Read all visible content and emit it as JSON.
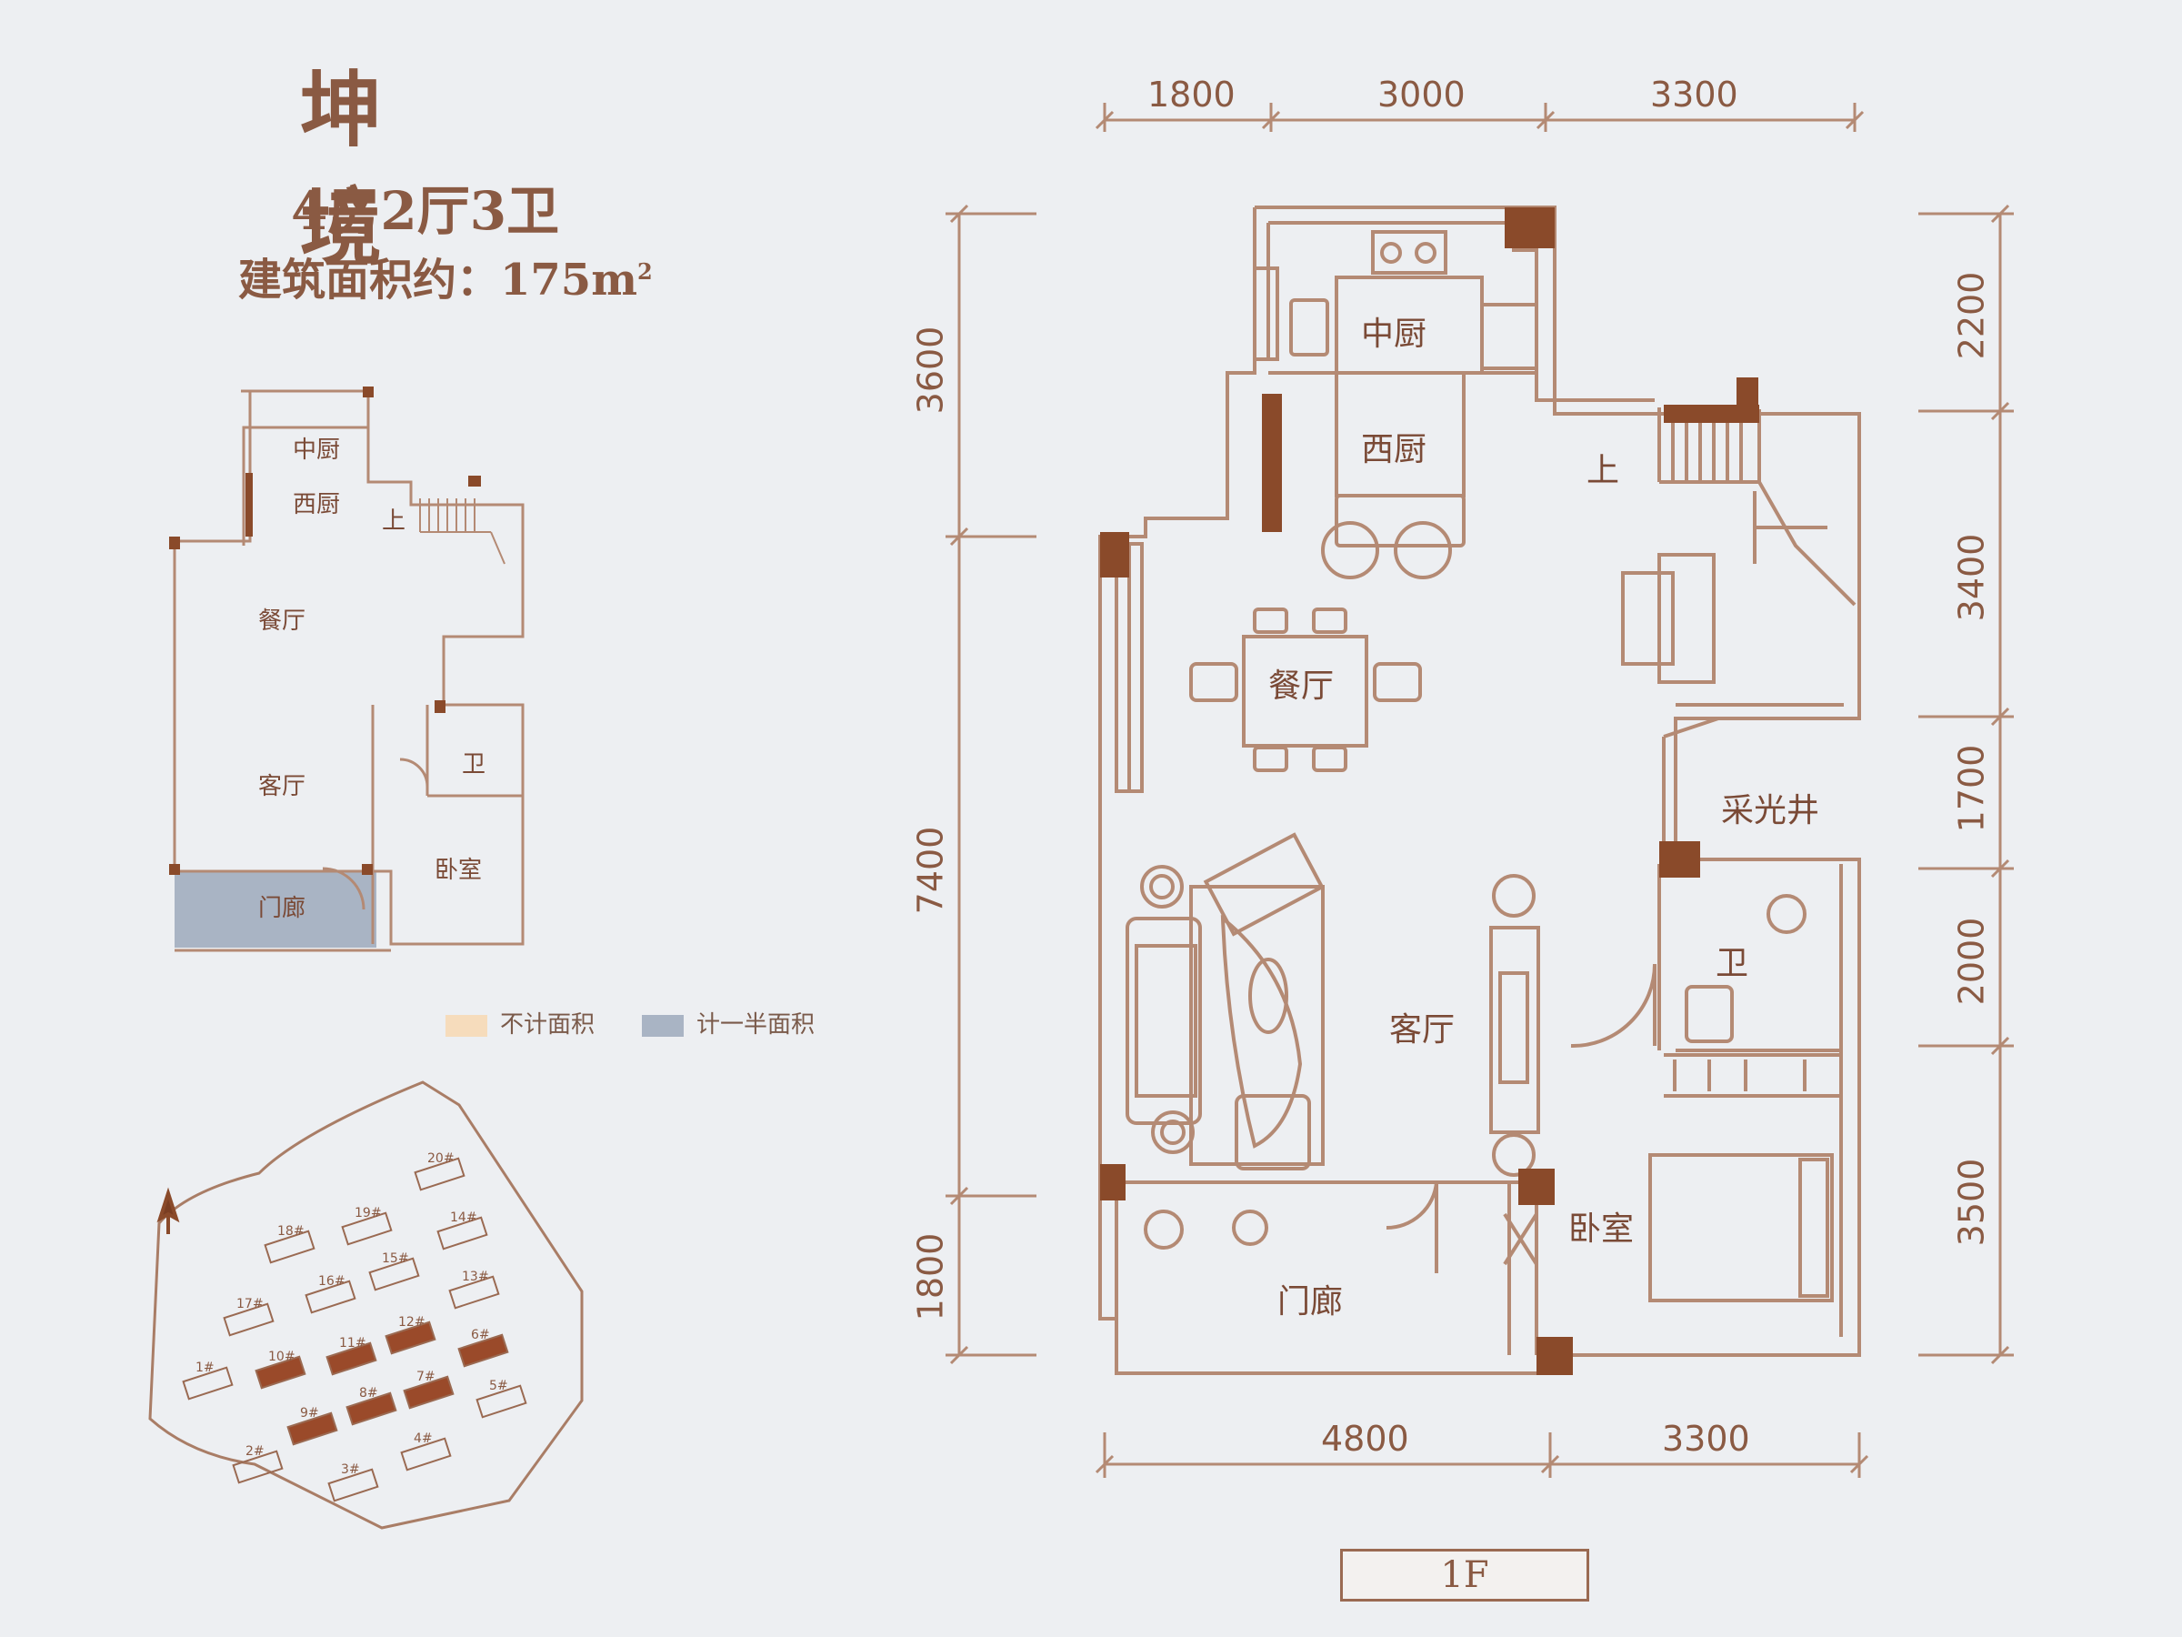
{
  "header": {
    "title": "坤 境",
    "layout": "4房2厅3卫",
    "area_label": "建筑面积约：175m",
    "area_sup": "2"
  },
  "legend": [
    {
      "label": "不计面积",
      "color": "#f6dcbc"
    },
    {
      "label": "计一半面积",
      "color": "#a9b4c4"
    }
  ],
  "key_plan": {
    "rooms": {
      "kitchen_cn": "中厨",
      "kitchen_w": "西厨",
      "dining": "餐厅",
      "living": "客厅",
      "bath": "卫",
      "bedroom": "卧室",
      "porch": "门廊",
      "up": "上"
    },
    "buildings": [
      "1#",
      "2#",
      "3#",
      "4#",
      "5#",
      "6#",
      "7#",
      "8#",
      "9#",
      "10#",
      "11#",
      "12#",
      "13#",
      "14#",
      "15#",
      "16#",
      "17#",
      "18#",
      "19#",
      "20#"
    ]
  },
  "floor_plan": {
    "top_dims": [
      "1800",
      "3000",
      "3300"
    ],
    "bottom_dims": [
      "4800",
      "3300"
    ],
    "left_dims": [
      "3600",
      "7400",
      "1800"
    ],
    "right_dims": [
      "2200",
      "3400",
      "1700",
      "2000",
      "3500"
    ],
    "rooms": {
      "kitchen_cn": "中厨",
      "kitchen_w": "西厨",
      "dining": "餐厅",
      "living": "客厅",
      "lightwell": "采光井",
      "bath": "卫",
      "bedroom": "卧室",
      "porch": "门廊",
      "up": "上"
    },
    "floor_label": "1F"
  },
  "colors": {
    "wall": "#9a6a52",
    "wall_dark": "#7a3e22",
    "line": "#b48a74",
    "accent": "#8a5a43"
  }
}
